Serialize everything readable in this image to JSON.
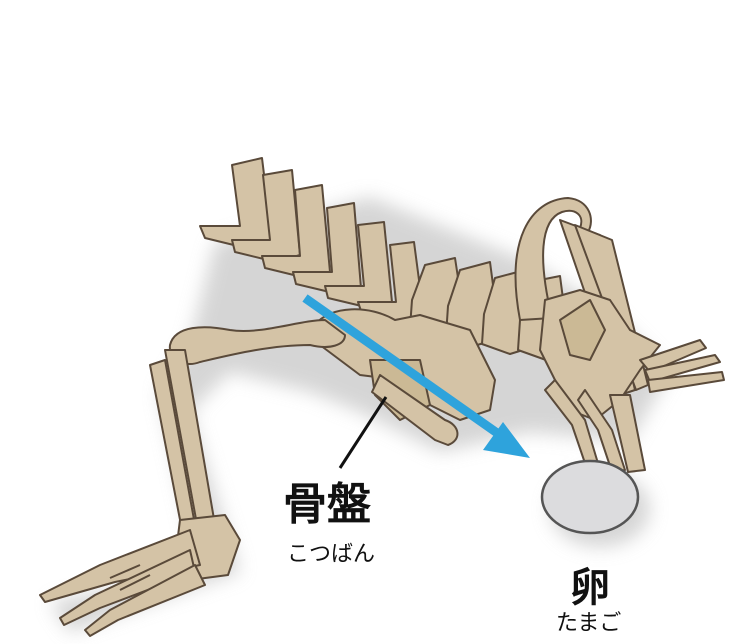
{
  "labels": {
    "pelvis": {
      "kanji": "骨盤",
      "reading": "こつばん"
    },
    "egg": {
      "kanji": "卵",
      "reading": "たまご"
    }
  },
  "colors": {
    "bone_fill": "#d4c3a6",
    "bone_stroke": "#5a4a3a",
    "arrow": "#2ea3dc",
    "egg_fill": "#dcdcde",
    "egg_stroke": "#555555",
    "shadow": "#c8c8c8",
    "text": "#111111"
  }
}
